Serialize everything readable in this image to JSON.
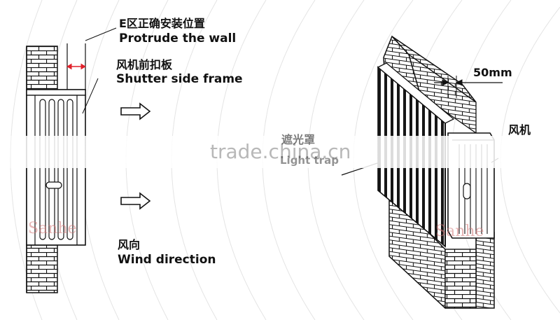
{
  "labels": {
    "protrude_zh": "E区正确安装位置",
    "protrude_en": "Protrude  the wall",
    "frame_zh": "风机前扣板",
    "frame_en": "Shutter side frame",
    "wind_zh": "风向",
    "wind_en": "Wind direction",
    "dimension": "50mm",
    "fan_zh": "风机",
    "light_trap_zh": "遮光罩",
    "light_trap_en": "Light trap"
  },
  "watermark": "trade.china.cn",
  "brand_mark": "Sanhe",
  "colors": {
    "line": "#111111",
    "arrow_red": "#e0202a",
    "background": "#ffffff"
  }
}
